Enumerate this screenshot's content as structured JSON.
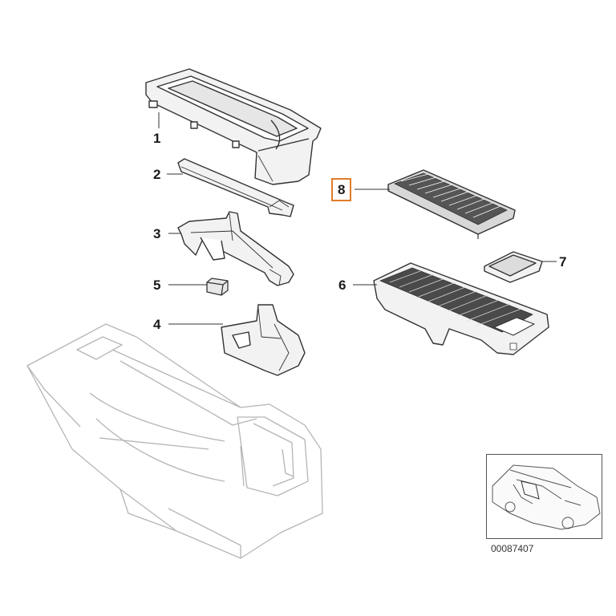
{
  "callouts": [
    {
      "id": "1",
      "label": "1"
    },
    {
      "id": "2",
      "label": "2"
    },
    {
      "id": "3",
      "label": "3"
    },
    {
      "id": "4",
      "label": "4"
    },
    {
      "id": "5",
      "label": "5"
    },
    {
      "id": "6",
      "label": "6"
    },
    {
      "id": "7",
      "label": "7"
    },
    {
      "id": "8",
      "label": "8",
      "highlighted": true
    }
  ],
  "reference_code": "00087407",
  "colors": {
    "highlight": "#e07b2a",
    "line": "#333333",
    "part_fill": "#f2f2f2",
    "console_line": "#b5b5b5"
  },
  "thumbnail": {
    "icon": "car-location-icon"
  }
}
